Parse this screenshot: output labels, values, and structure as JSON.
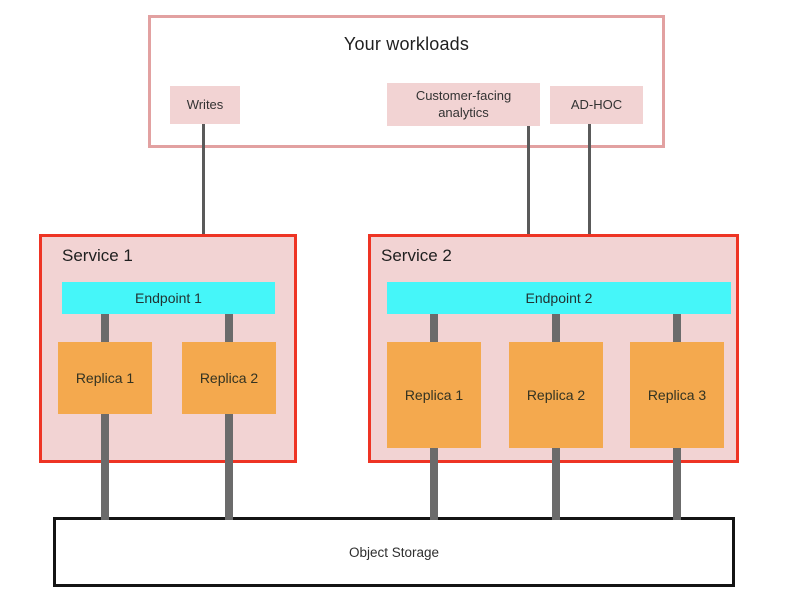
{
  "diagram": {
    "workloads": {
      "title": "Your workloads",
      "items": [
        {
          "label": "Writes"
        },
        {
          "label": "Customer-facing analytics"
        },
        {
          "label": "AD-HOC"
        }
      ]
    },
    "services": [
      {
        "name": "Service 1",
        "endpoint": "Endpoint 1",
        "replicas": [
          "Replica 1",
          "Replica 2"
        ]
      },
      {
        "name": "Service 2",
        "endpoint": "Endpoint 2",
        "replicas": [
          "Replica 1",
          "Replica 2",
          "Replica 3"
        ]
      }
    ],
    "storage": {
      "label": "Object Storage"
    },
    "colors": {
      "workloads_border": "#e2a1a1",
      "workload_item_bg": "#f2d3d3",
      "service_border": "#ee3424",
      "service_bg": "#f2d3d3",
      "endpoint_bg": "#45f6f9",
      "replica_bg": "#f4a94e",
      "connector": "#6b6b6b",
      "arrow": "#5a5a5a",
      "storage_border": "#141414",
      "text": "#2e2e2e"
    }
  }
}
